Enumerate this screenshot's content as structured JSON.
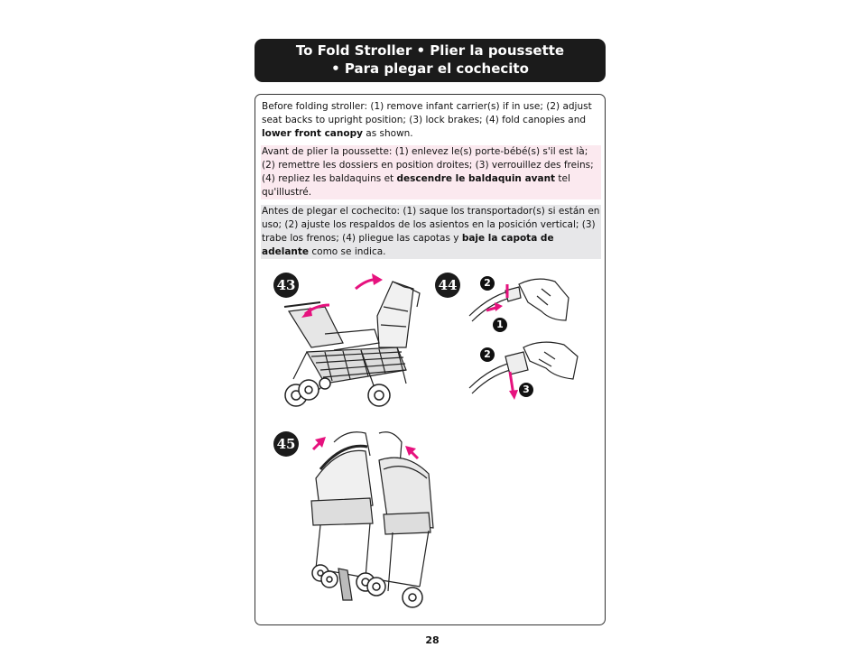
{
  "header": {
    "line1": "To Fold Stroller  •  Plier la poussette",
    "line2": "•  Para plegar el cochecito"
  },
  "en": {
    "text1": "Before folding stroller: (1) remove infant carrier(s) if in use; (2) adjust seat backs to upright position; (3) lock brakes; (4) fold canopies and ",
    "bold": "lower front canopy",
    "text2": " as shown."
  },
  "fr": {
    "text1": "Avant de plier la poussette: (1) enlevez le(s) porte-bébé(s) s'il est là; (2) remettre les dossiers en position droites; (3) verrouillez des freins; (4) repliez les baldaquins et ",
    "bold": "descendre le baldaquin avant",
    "text2": " tel qu'illustré."
  },
  "es": {
    "text1": "Antes de plegar el cochecito: (1) saque los transportador(s) si están en uso; (2) ajuste los respaldos de los asientos en la posición vertical; (3) trabe los frenos; (4) pliegue las capotas y ",
    "bold": "baje la capota de adelante",
    "text2": " como se indica."
  },
  "figures": {
    "fig43": "43",
    "fig44": "44",
    "fig45": "45",
    "step1": "1",
    "step2a": "2",
    "step2b": "2",
    "step3": "3"
  },
  "colors": {
    "accent": "#e6127e",
    "header_bg": "#1b1b1b",
    "fr_bg": "#fbe9ef",
    "es_bg": "#e7e7e9"
  },
  "page_number": "28"
}
